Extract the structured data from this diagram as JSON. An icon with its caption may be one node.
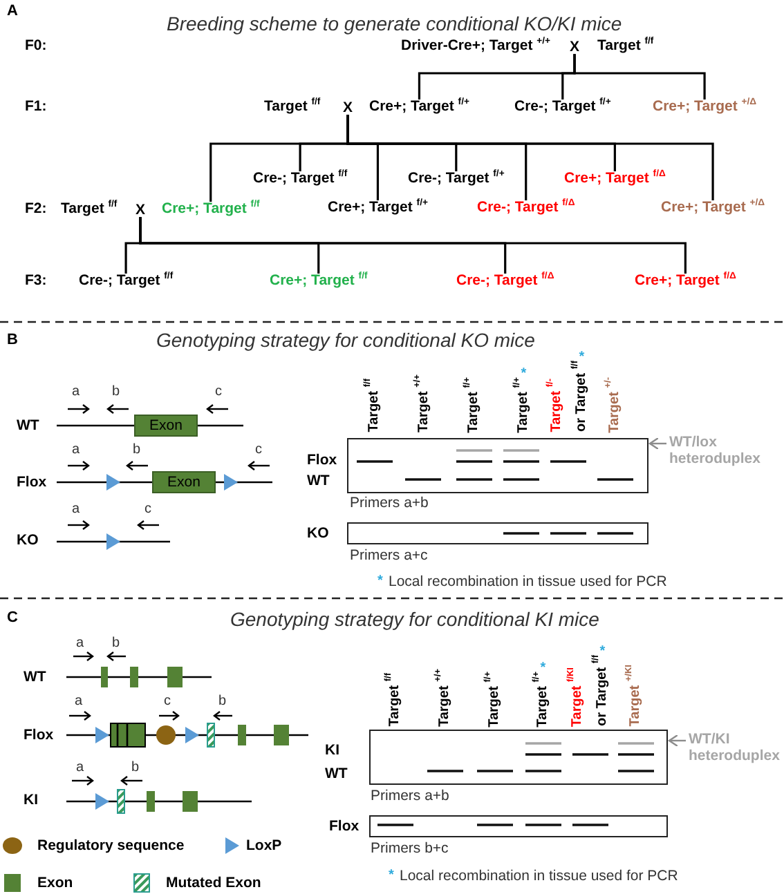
{
  "diagram": {
    "nodes": [
      {
        "text": [
          "Driver-Cre+; Target $^{+/+}$"
        ]
      },
      {
        "text": [
          "X"
        ]
      },
      {
        "text": [
          "Target $^{f/f}$"
        ]
      },
      {
        "text": [
          "Target $^{f/f}$"
        ]
      },
      {
        "text": [
          "X"
        ]
      },
      {
        "text": [
          "Cre+; Target $^{f/+}$"
        ]
      },
      {
        "text": [
          "Cre-; Target $^{f/+}$"
        ]
      },
      {
        "text": [
          "Cre+; Target $^{+/Δ}$"
        ]
      },
      {
        "text": [
          "Target $^{f/f}$"
        ]
      },
      {
        "text": [
          "X"
        ]
      },
      {
        "text": [
          "Cre+; Target $^{f/f}$"
        ]
      },
      {
        "text": [
          "Cre-; Target $^{f/f}$"
        ]
      },
      {
        "text": [
          "Cre+; Target $^{f/+}$"
        ]
      },
      {
        "text": [
          "Cre-; Target $^{f/+}$"
        ]
      },
      {
        "text": [
          "Cre-; Target $^{f/Δ}$"
        ]
      },
      {
        "text": [
          "Cre+; Target $^{f/Δ}$"
        ]
      },
      {
        "text": [
          "Cre+; Target $^{+/Δ}$"
        ]
      },
      {
        "text": [
          "Cre-; Target $^{f/f}$"
        ]
      },
      {
        "text": [
          "Cre+; Target $^{f/f}$"
        ]
      },
      {
        "text": [
          "Cre-; Target $^{f/Δ}$"
        ]
      },
      {
        "text": [
          "Cre+; Target $^{f/Δ}$"
        ]
      },
      {
        "text": [
          "Exon"
        ]
      },
      {
        "text": [
          "Exon"
        ]
      },
      {
        "text": [],
        "shape": "box"
      },
      {
        "text": [
          "WT/lox heteroduplex"
        ]
      },
      {
        "text": [],
        "shape": "box"
      },
      {
        "text": [],
        "shape": "box"
      },
      {
        "text": [
          "WT/KI heteroduplex"
        ]
      },
      {
        "text": [],
        "shape": "box"
      }
    ],
    "edges": [
      {
        "from": 1,
        "to": 5,
        "arrow": "none"
      },
      {
        "from": 1,
        "to": 6,
        "arrow": "none"
      },
      {
        "from": 1,
        "to": 7,
        "arrow": "none"
      },
      {
        "from": 4,
        "to": 10,
        "arrow": "none"
      },
      {
        "from": 4,
        "to": 11,
        "arrow": "none"
      },
      {
        "from": 4,
        "to": 12,
        "arrow": "none"
      },
      {
        "from": 4,
        "to": 13,
        "arrow": "none"
      },
      {
        "from": 4,
        "to": 14,
        "arrow": "none"
      },
      {
        "from": 4,
        "to": 15,
        "arrow": "none"
      },
      {
        "from": 4,
        "to": 16,
        "arrow": "none"
      },
      {
        "from": 9,
        "to": 17,
        "arrow": "none"
      },
      {
        "from": 9,
        "to": 18,
        "arrow": "none"
      },
      {
        "from": 9,
        "to": 19,
        "arrow": "none"
      },
      {
        "from": 9,
        "to": 20,
        "arrow": "none"
      },
      {
        "from": 24,
        "to": 23,
        "arrow": "to",
        "color": "#8c8c8c"
      },
      {
        "from": 27,
        "to": 26,
        "arrow": "to",
        "color": "#8c8c8c"
      }
    ],
    "labels": [
      "A",
      "Breeding scheme to generate conditional KO/KI mice",
      "F0:",
      "F1:",
      "F2:",
      "F3:",
      "B",
      "Genotyping strategy for conditional KO mice",
      "a",
      "b",
      "c",
      "WT",
      "a",
      "b",
      "c",
      "Flox",
      "a",
      "c",
      "KO",
      "Target $^{f/f}$",
      "Target $^{+/+}$",
      "Target $^{f/+}$",
      "Target $^{f/+}$",
      "*",
      "Target $^{f/-}$",
      "or Target $^{f/f}$",
      "*",
      "Target $^{+/-}$",
      "Flox",
      "WT",
      "Primers a+b",
      "KO",
      "Primers a+c",
      "*",
      "Local recombination in tissue used for PCR",
      "C",
      "Genotyping strategy for conditional KI mice",
      "a",
      "b",
      "WT",
      "a",
      "c",
      "b",
      "Flox",
      "a",
      "b",
      "KI",
      "Target $^{f/f}$",
      "Target $^{+/+}$",
      "Target $^{f/+}$",
      "Target $^{f/+}$",
      "*",
      "Target $^{f/KI}$",
      "or Target $^{f/f}$",
      "*",
      "Target $^{+/KI}$",
      "KI",
      "WT",
      "Primers a+b",
      "Flox",
      "Primers b+c",
      "*",
      "Local recombination in tissue used for PCR"
    ],
    "legend": [
      {
        "text": "Regulatory sequence"
      },
      {
        "text": "LoxP"
      },
      {
        "text": "Exon",
        "color": "#548235"
      },
      {
        "text": "Mutated Exon"
      }
    ]
  }
}
